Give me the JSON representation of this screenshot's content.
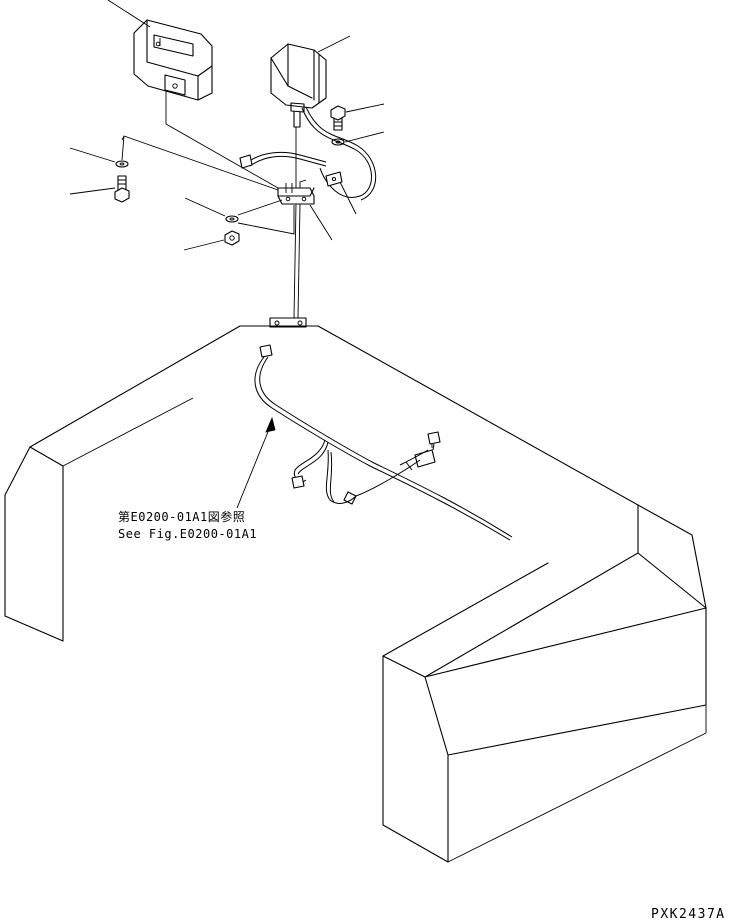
{
  "reference_note": {
    "jp": "第E0200-01A1図参照",
    "en": "See Fig.E0200-01A1"
  },
  "drawing_code": "PXK2437A"
}
